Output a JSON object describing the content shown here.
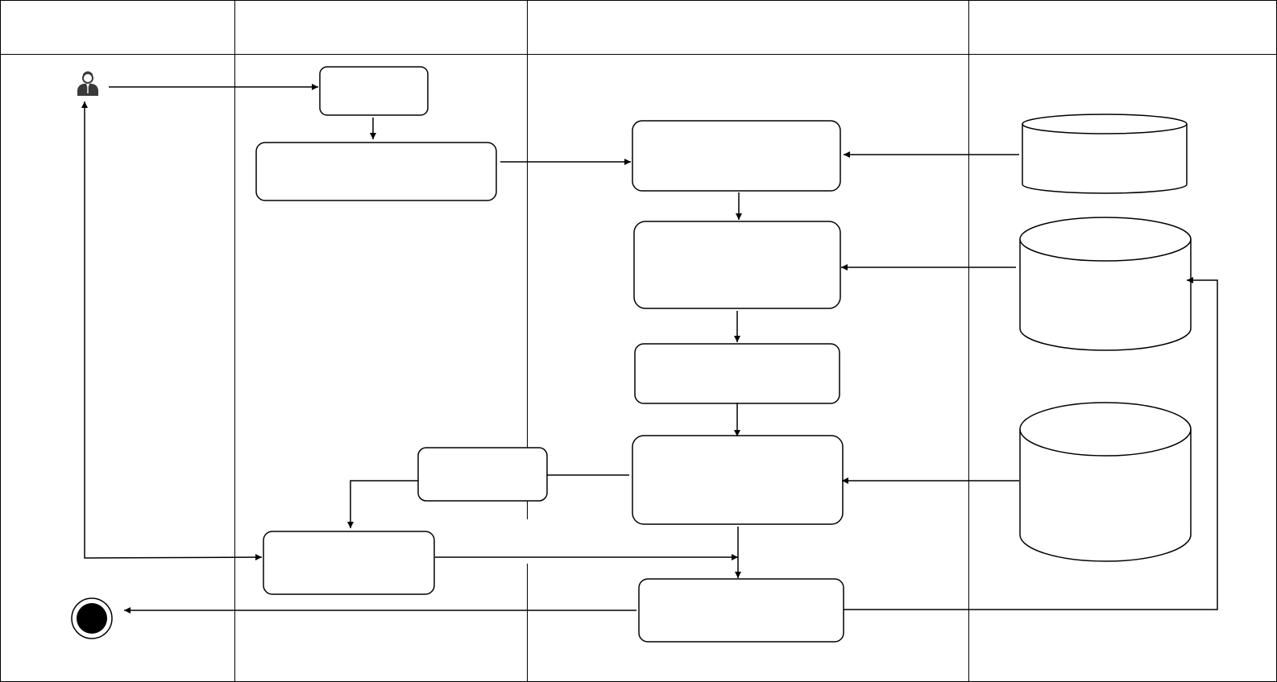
{
  "diagram": {
    "type": "swimlane-activity-diagram",
    "lanes": [
      {
        "id": "lane-1",
        "label": ""
      },
      {
        "id": "lane-2",
        "label": ""
      },
      {
        "id": "lane-3",
        "label": ""
      },
      {
        "id": "lane-4",
        "label": ""
      }
    ],
    "nodes": [
      {
        "id": "actor",
        "kind": "actor",
        "icon": "user-icon",
        "label": ""
      },
      {
        "id": "start-box",
        "kind": "process",
        "label": ""
      },
      {
        "id": "left-process",
        "kind": "process",
        "label": ""
      },
      {
        "id": "proc-1",
        "kind": "process",
        "label": ""
      },
      {
        "id": "proc-2",
        "kind": "process",
        "label": ""
      },
      {
        "id": "proc-3",
        "kind": "process",
        "label": ""
      },
      {
        "id": "proc-4",
        "kind": "process",
        "label": ""
      },
      {
        "id": "small-process",
        "kind": "process",
        "label": ""
      },
      {
        "id": "bottom-left-process",
        "kind": "process",
        "label": ""
      },
      {
        "id": "final-process",
        "kind": "process",
        "label": ""
      },
      {
        "id": "db-1",
        "kind": "database",
        "label": ""
      },
      {
        "id": "db-2",
        "kind": "database",
        "label": ""
      },
      {
        "id": "db-3",
        "kind": "database",
        "label": ""
      },
      {
        "id": "end",
        "kind": "end-node",
        "label": ""
      }
    ],
    "edges": [
      {
        "from": "actor",
        "to": "start-box"
      },
      {
        "from": "start-box",
        "to": "left-process"
      },
      {
        "from": "left-process",
        "to": "proc-1"
      },
      {
        "from": "db-1",
        "to": "proc-1"
      },
      {
        "from": "proc-1",
        "to": "proc-2"
      },
      {
        "from": "db-2",
        "to": "proc-2"
      },
      {
        "from": "proc-2",
        "to": "proc-3"
      },
      {
        "from": "proc-3",
        "to": "proc-4"
      },
      {
        "from": "db-3",
        "to": "proc-4"
      },
      {
        "from": "proc-4",
        "to": "small-process"
      },
      {
        "from": "small-process",
        "to": "bottom-left-process"
      },
      {
        "from": "bottom-left-process",
        "to": "actor"
      },
      {
        "from": "bottom-left-process",
        "to": "final-process"
      },
      {
        "from": "proc-4",
        "to": "final-process"
      },
      {
        "from": "final-process",
        "to": "db-2"
      },
      {
        "from": "final-process",
        "to": "end"
      }
    ],
    "colors": {
      "stroke": "#000000",
      "fill": "#ffffff",
      "actor": "#3a3a3a"
    }
  }
}
